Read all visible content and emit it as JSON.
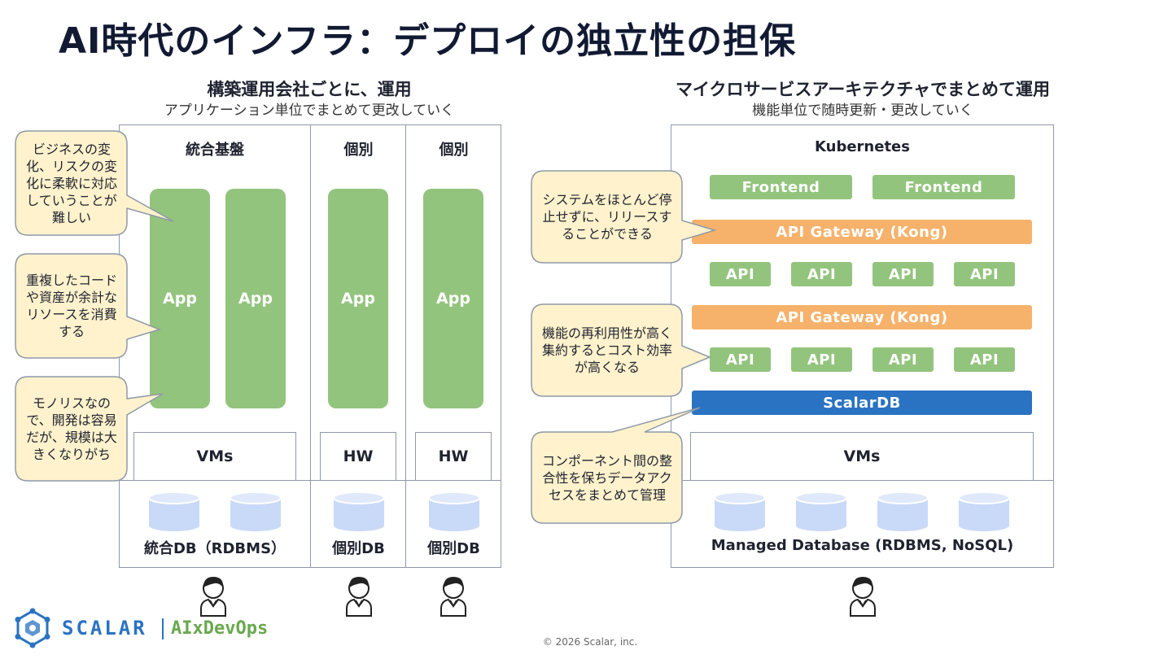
{
  "title": "AI時代のインフラ：デプロイの独立性の担保",
  "left": {
    "heading": "構築運用会社ごとに、運用",
    "subheading": "アプリケーション単位でまとめて更改していく",
    "columns": [
      {
        "title": "統合基盤",
        "apps": [
          "App",
          "App"
        ],
        "infra": "VMs",
        "db": "統合DB（RDBMS）"
      },
      {
        "title": "個別",
        "apps": [
          "App"
        ],
        "infra": "HW",
        "db": "個別DB"
      },
      {
        "title": "個別",
        "apps": [
          "App"
        ],
        "infra": "HW",
        "db": "個別DB"
      }
    ],
    "callouts": [
      "ビジネスの変化、リスクの変化に柔軟に対応していうことが難しい",
      "重複したコードや資産が余計なリソースを消費する",
      "モノリスなので、開発は容易だが、規模は大きくなりがち"
    ]
  },
  "right": {
    "heading": "マイクロサービスアーキテクチャでまとめて運用",
    "subheading": "機能単位で随時更新・更改していく",
    "platform": "Kubernetes",
    "frontends": [
      "Frontend",
      "Frontend"
    ],
    "gateway1": "API Gateway (Kong)",
    "apis1": [
      "API",
      "API",
      "API",
      "API"
    ],
    "gateway2": "API Gateway (Kong)",
    "apis2": [
      "API",
      "API",
      "API",
      "API"
    ],
    "scalardb": "ScalarDB",
    "infra": "VMs",
    "db": "Managed Database (RDBMS, NoSQL)",
    "callouts": [
      "システムをほとんど停止せずに、リリースすることができる",
      "機能の再利用性が高く集約するとコスト効率が高くなる",
      "コンポーネント間の整合性を保ちデータアクセスをまとめて管理"
    ]
  },
  "footer": {
    "brand": "SCALAR",
    "product": "AIxDevOps",
    "copyright": "© 2026 Scalar, inc."
  },
  "colors": {
    "app_green": "#93c47d",
    "gateway_orange": "#f6b26b",
    "scalardb_blue": "#2a73c2",
    "callout_fill": "#fff2cc",
    "db_fill": "#c9daf8",
    "brand_blue": "#2a73c2",
    "product_green": "#6aa84f"
  },
  "icons": [
    "person-icon",
    "database-icon",
    "scalar-logo-icon"
  ]
}
